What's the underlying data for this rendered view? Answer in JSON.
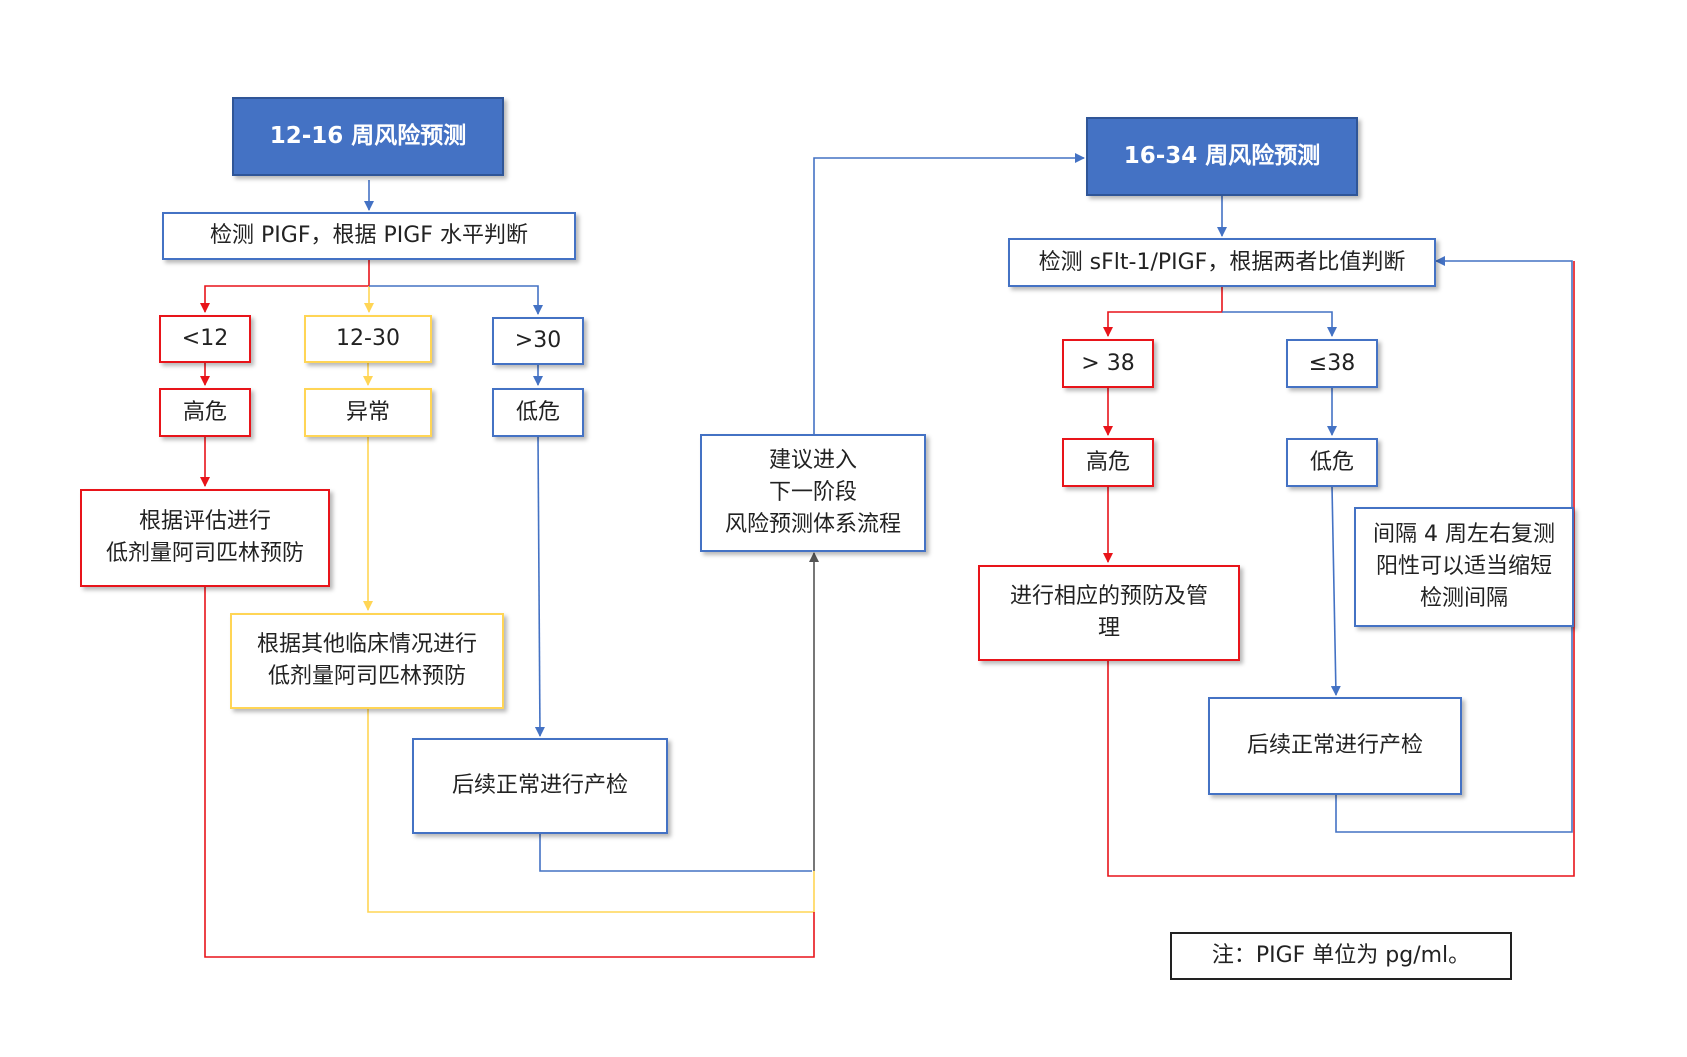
{
  "colors": {
    "blue": "#4472c4",
    "red": "#e8141a",
    "yellow": "#ffd555",
    "title_fill": "#4472c4"
  },
  "left": {
    "title": "12-16 周风险预测",
    "detect": "检测 PIGF，根据 PIGF 水平判断",
    "range_low": "<12",
    "range_mid": "12-30",
    "range_high": ">30",
    "result_high": "高危",
    "result_abnormal": "异常",
    "result_low": "低危",
    "action_high": "根据评估进行\n低剂量阿司匹林预防",
    "action_abnormal": "根据其他临床情况进行\n低剂量阿司匹林预防",
    "action_low": "后续正常进行产检"
  },
  "middle": {
    "next_stage": "建议进入\n下一阶段\n风险预测体系流程"
  },
  "right": {
    "title": "16-34 周风险预测",
    "detect": "检测 sFlt-1/PIGF，根据两者比值判断",
    "range_high": "> 38",
    "range_low": "≤38",
    "result_high": "高危",
    "result_low": "低危",
    "action_high": "进行相应的预防及管\n理",
    "retest": "间隔 4 周左右复测\n阳性可以适当缩短\n检测间隔",
    "action_low": "后续正常进行产检"
  },
  "note": "注：PIGF 单位为 pg/ml。"
}
